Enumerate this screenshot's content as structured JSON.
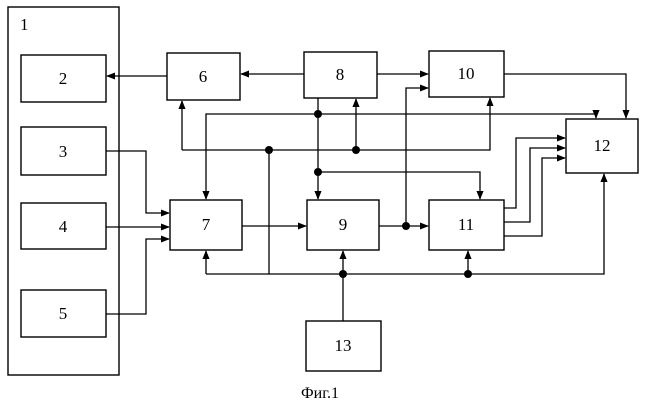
{
  "blocks": {
    "b1": "1",
    "b2": "2",
    "b3": "3",
    "b4": "4",
    "b5": "5",
    "b6": "6",
    "b7": "7",
    "b8": "8",
    "b9": "9",
    "b10": "10",
    "b11": "11",
    "b12": "12",
    "b13": "13"
  },
  "caption": "Фиг.1"
}
